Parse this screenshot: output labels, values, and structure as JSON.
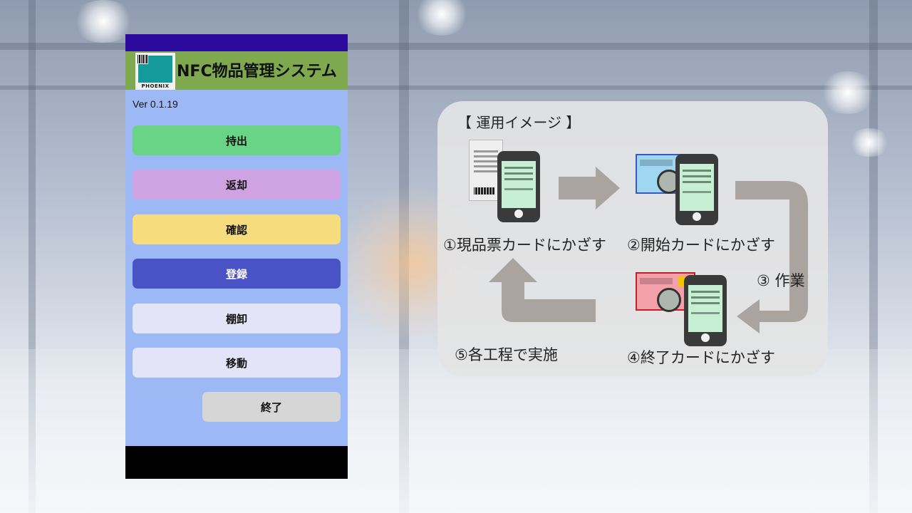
{
  "app": {
    "logo_text": "PHOENIX",
    "title": "NFC物品管理システム",
    "version": "Ver 0.1.19",
    "buttons": [
      {
        "label": "持出",
        "color": "#6ad486",
        "text_color": "#111111"
      },
      {
        "label": "返却",
        "color": "#cfa2e2",
        "text_color": "#111111"
      },
      {
        "label": "確認",
        "color": "#f6dc7c",
        "text_color": "#111111"
      },
      {
        "label": "登録",
        "color": "#4a53c6",
        "text_color": "#ffffff"
      },
      {
        "label": "棚卸",
        "color": "#e3e4f8",
        "text_color": "#111111"
      },
      {
        "label": "移動",
        "color": "#e3e4f8",
        "text_color": "#111111"
      }
    ],
    "exit_label": "終了",
    "colors": {
      "topbar": "#2c0a9e",
      "header": "#7fa94f",
      "background": "#9db9f5",
      "bottombar": "#000000",
      "exit_button": "#d6d6d6"
    }
  },
  "usage": {
    "title": "【 運用イメージ 】",
    "steps": {
      "step1": "①現品票カードにかざす",
      "step2": "②開始カードにかざす",
      "step3": "③ 作業",
      "step4": "④終了カードにかざす",
      "step5": "⑤各工程で実施"
    },
    "icons": [
      "smartphone-icon",
      "nfc-card-icon",
      "arrow-icon"
    ]
  }
}
